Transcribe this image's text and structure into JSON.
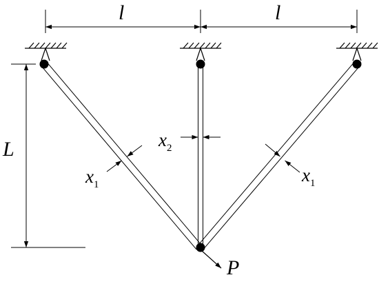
{
  "labels": {
    "span_left": "l",
    "span_right": "l",
    "height": "L",
    "x1_left": "x",
    "x1_left_sub": "1",
    "x2": "x",
    "x2_sub": "2",
    "x1_right": "x",
    "x1_right_sub": "1",
    "load": "P"
  }
}
